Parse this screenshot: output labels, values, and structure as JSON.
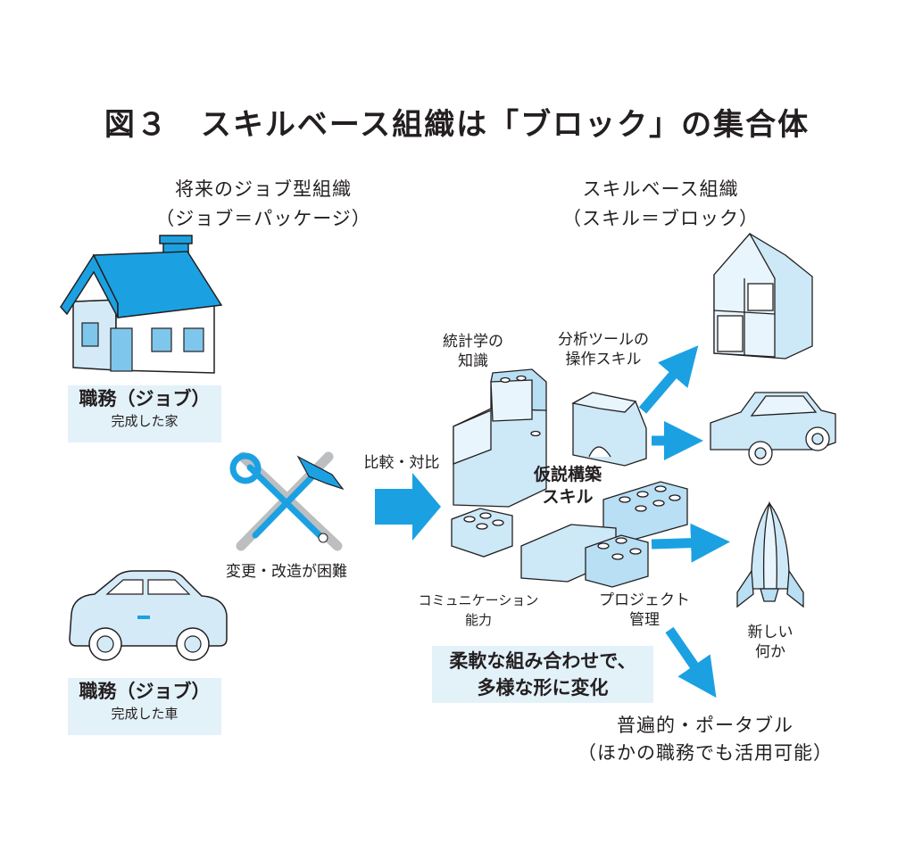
{
  "title": "図３　スキルベース組織は「ブロック」の集合体",
  "left_header": {
    "line1": "将来のジョブ型組織",
    "line2": "（ジョブ＝パッケージ）"
  },
  "right_header": {
    "line1": "スキルベース組織",
    "line2": "（スキル＝ブロック）"
  },
  "job_house": {
    "title": "職務（ジョブ）",
    "subtitle": "完成した家"
  },
  "job_car": {
    "title": "職務（ジョブ）",
    "subtitle": "完成した車"
  },
  "tools_label": "変更・改造が困難",
  "compare_label": "比較・対比",
  "blocks": {
    "statistics": {
      "line1": "統計学の",
      "line2": "知識"
    },
    "analysis_tool": {
      "line1": "分析ツールの",
      "line2": "操作スキル"
    },
    "hypothesis": {
      "line1": "仮説構築",
      "line2": "スキル"
    },
    "communication": {
      "line1": "コミュニケーション",
      "line2": "能力"
    },
    "project": {
      "line1": "プロジェクト",
      "line2": "管理"
    }
  },
  "new_thing": {
    "line1": "新しい",
    "line2": "何か"
  },
  "flexible": {
    "line1": "柔軟な組み合わせで、",
    "line2": "多様な形に変化"
  },
  "portable": {
    "line1": "普遍的・ポータブル",
    "line2": "（ほかの職務でも活用可能）"
  },
  "colors": {
    "accent": "#1ba1e2",
    "light_blue": "#d4ebf7",
    "mid_blue": "#b8dff3",
    "box_bg": "#e3f1f9",
    "outline": "#231f20",
    "tool_gray": "#bcbec0"
  }
}
